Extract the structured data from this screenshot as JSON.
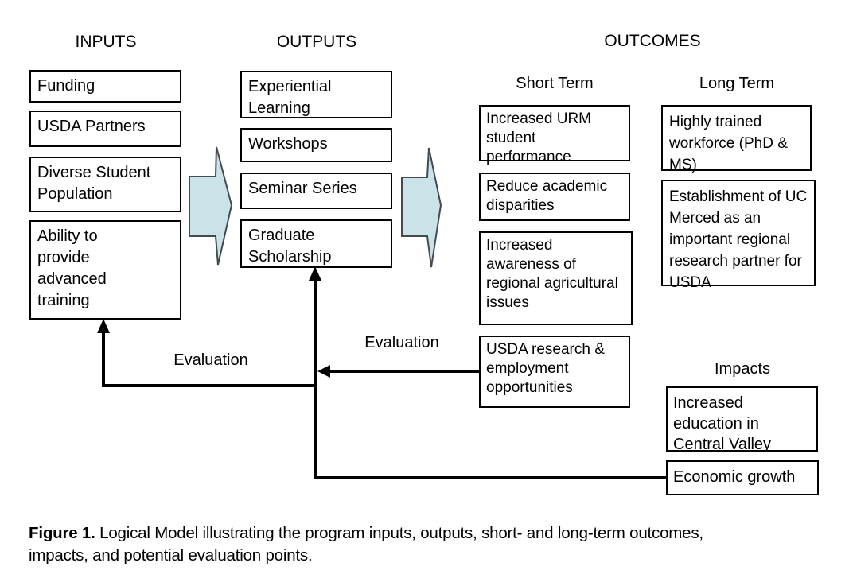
{
  "figure": {
    "inputs": {
      "title": "INPUTS",
      "boxes": [
        "Funding",
        "USDA Partners",
        "Diverse Student Population",
        "Ability to provide advanced training"
      ]
    },
    "outputs": {
      "title": "OUTPUTS",
      "boxes": [
        "Experiential Learning",
        "Workshops",
        "Seminar Series",
        "Graduate Scholarship"
      ]
    },
    "outcomes": {
      "title": "OUTCOMES",
      "short_term": {
        "title": "Short Term",
        "boxes": [
          "Increased URM student performance",
          "Reduce academic disparities",
          "Increased awareness of regional agricultural issues",
          "USDA research & employment opportunities"
        ]
      },
      "long_term": {
        "title": "Long Term",
        "boxes": [
          "Highly trained workforce (PhD & MS)",
          "Establishment of UC Merced as an important regional research partner for USDA"
        ]
      }
    },
    "impacts": {
      "title": "Impacts",
      "boxes": [
        "Increased education in Central Valley",
        "Economic growth"
      ]
    },
    "evaluation_labels": [
      "Evaluation",
      "Evaluation"
    ]
  },
  "caption": {
    "label": "Figure 1.",
    "text": "Logical Model illustrating the program inputs, outputs, short- and long-term outcomes, impacts, and potential evaluation points."
  },
  "colors": {
    "background": "#ffffff",
    "text": "#000000",
    "box_border": "#000000",
    "connector": "#000000",
    "block_arrow_fill": "#c9e3e8",
    "block_arrow_stroke": "#444a52"
  }
}
